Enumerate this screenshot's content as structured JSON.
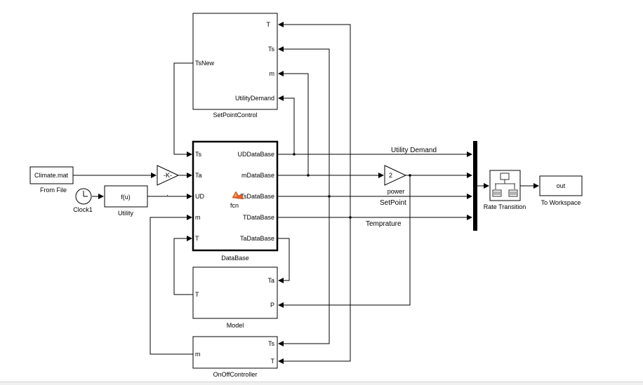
{
  "blocks": {
    "setpoint_control": {
      "name": "SetPointControl",
      "inputs": [
        "TsNew"
      ],
      "outputs": [
        "T",
        "Ts",
        "m",
        "UtilityDemand"
      ]
    },
    "database": {
      "name": "DataBase",
      "inputs": [
        "Ts",
        "Ta",
        "UD",
        "m",
        "T"
      ],
      "outputs": [
        "UDDataBase",
        "mDataBase",
        "TsDataBase",
        "TDataBase",
        "TaDataBase"
      ],
      "fcn_label": "fcn"
    },
    "model": {
      "name": "Model",
      "inputs": [
        "T"
      ],
      "outputs": [
        "Ta",
        "P"
      ]
    },
    "onoff_controller": {
      "name": "OnOffController",
      "inputs": [
        "m"
      ],
      "outputs": [
        "Ts",
        "T"
      ]
    },
    "from_file": {
      "name": "From File",
      "content": "Climate.mat"
    },
    "clock": {
      "name": "Clock1"
    },
    "utility": {
      "name": "Utility",
      "content": "f(u)"
    },
    "gain_k": {
      "content": "-K-"
    },
    "gain_power": {
      "name": "power",
      "content": "2"
    },
    "rate_transition": {
      "name": "Rate Transition"
    },
    "to_workspace": {
      "name": "To Workspace",
      "content": "out"
    }
  },
  "signals": {
    "utility_demand": "Utility Demand",
    "setpoint": "SetPoint",
    "temperature": "Temprature",
    "dot": "."
  },
  "colors": {
    "line": "#000000",
    "background": "#ffffff",
    "fcn_icon": "#e0602a"
  }
}
